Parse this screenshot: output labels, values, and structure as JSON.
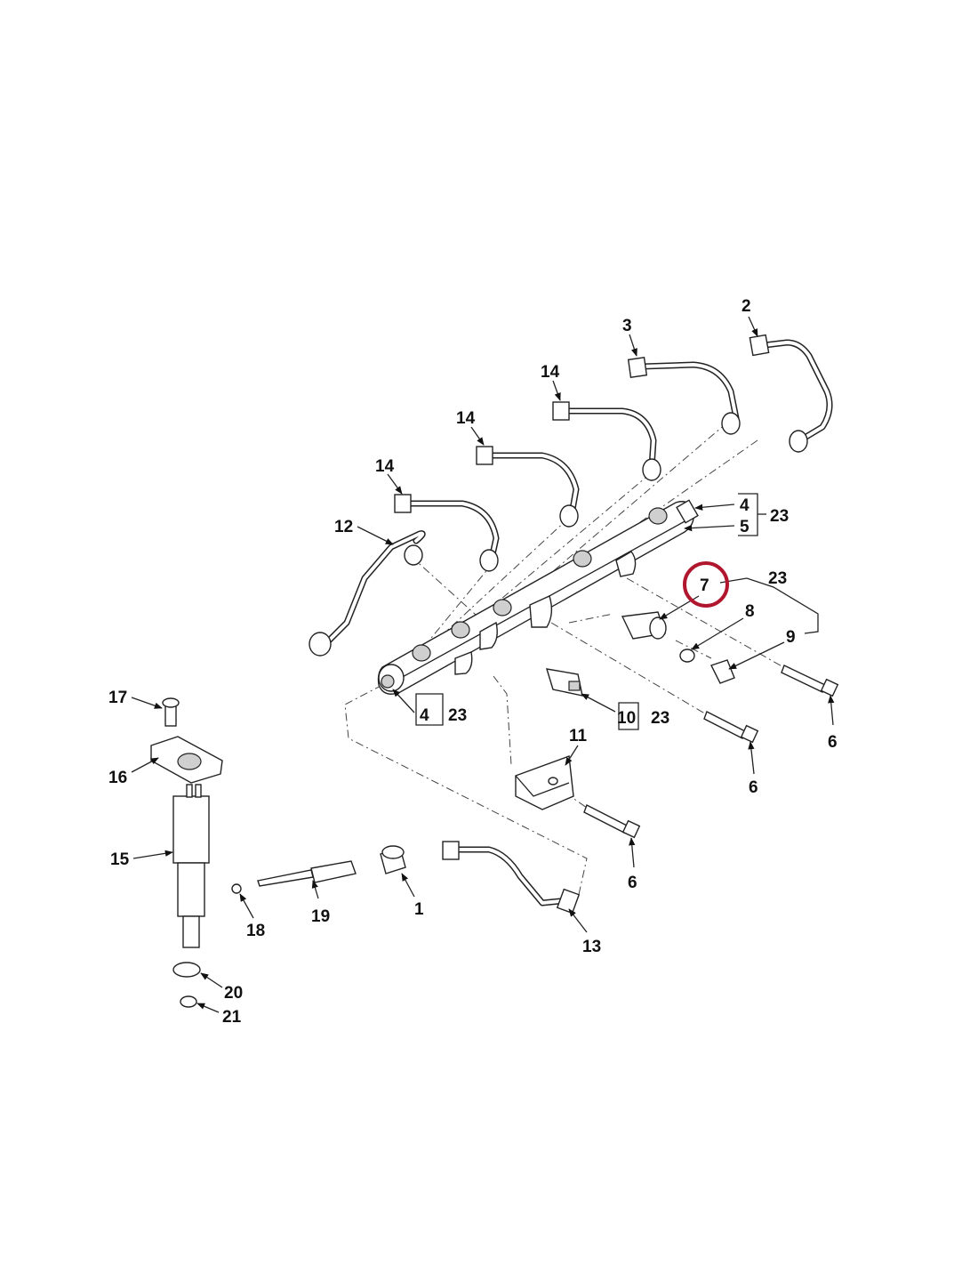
{
  "diagram": {
    "highlight_color": "#b0172e",
    "callouts": {
      "c1": "1",
      "c2": "2",
      "c3": "3",
      "c4a": "4",
      "c4b": "4",
      "c5": "5",
      "c6a": "6",
      "c6b": "6",
      "c6c": "6",
      "c7": "7",
      "c8": "8",
      "c9": "9",
      "c10": "10",
      "c11": "11",
      "c12": "12",
      "c13": "13",
      "c14a": "14",
      "c14b": "14",
      "c14c": "14",
      "c15": "15",
      "c16": "16",
      "c17": "17",
      "c18": "18",
      "c19": "19",
      "c20": "20",
      "c21": "21",
      "c23a": "23",
      "c23b": "23",
      "c23c": "23",
      "c23d": "23"
    }
  }
}
